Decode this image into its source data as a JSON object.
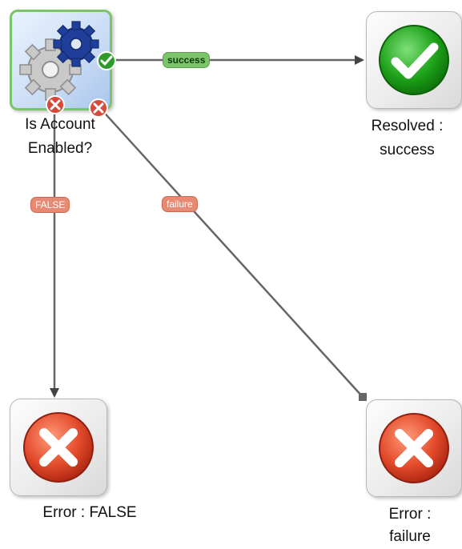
{
  "nodes": {
    "start": {
      "label_line1": "Is Account",
      "label_line2": "Enabled?",
      "icon": "gears-icon"
    },
    "resolved": {
      "label_line1": "Resolved :",
      "label_line2": "success",
      "icon": "checkmark-icon"
    },
    "error_false": {
      "label_line1": "Error : FALSE",
      "icon": "error-x-icon"
    },
    "error_failure": {
      "label_line1": "Error :",
      "label_line2": "failure",
      "icon": "error-x-icon"
    }
  },
  "edges": {
    "success": {
      "label": "success",
      "color": "#7cc46a"
    },
    "false": {
      "label": "FALSE",
      "color": "#e68a73"
    },
    "failure": {
      "label": "failure",
      "color": "#e68a73"
    }
  }
}
